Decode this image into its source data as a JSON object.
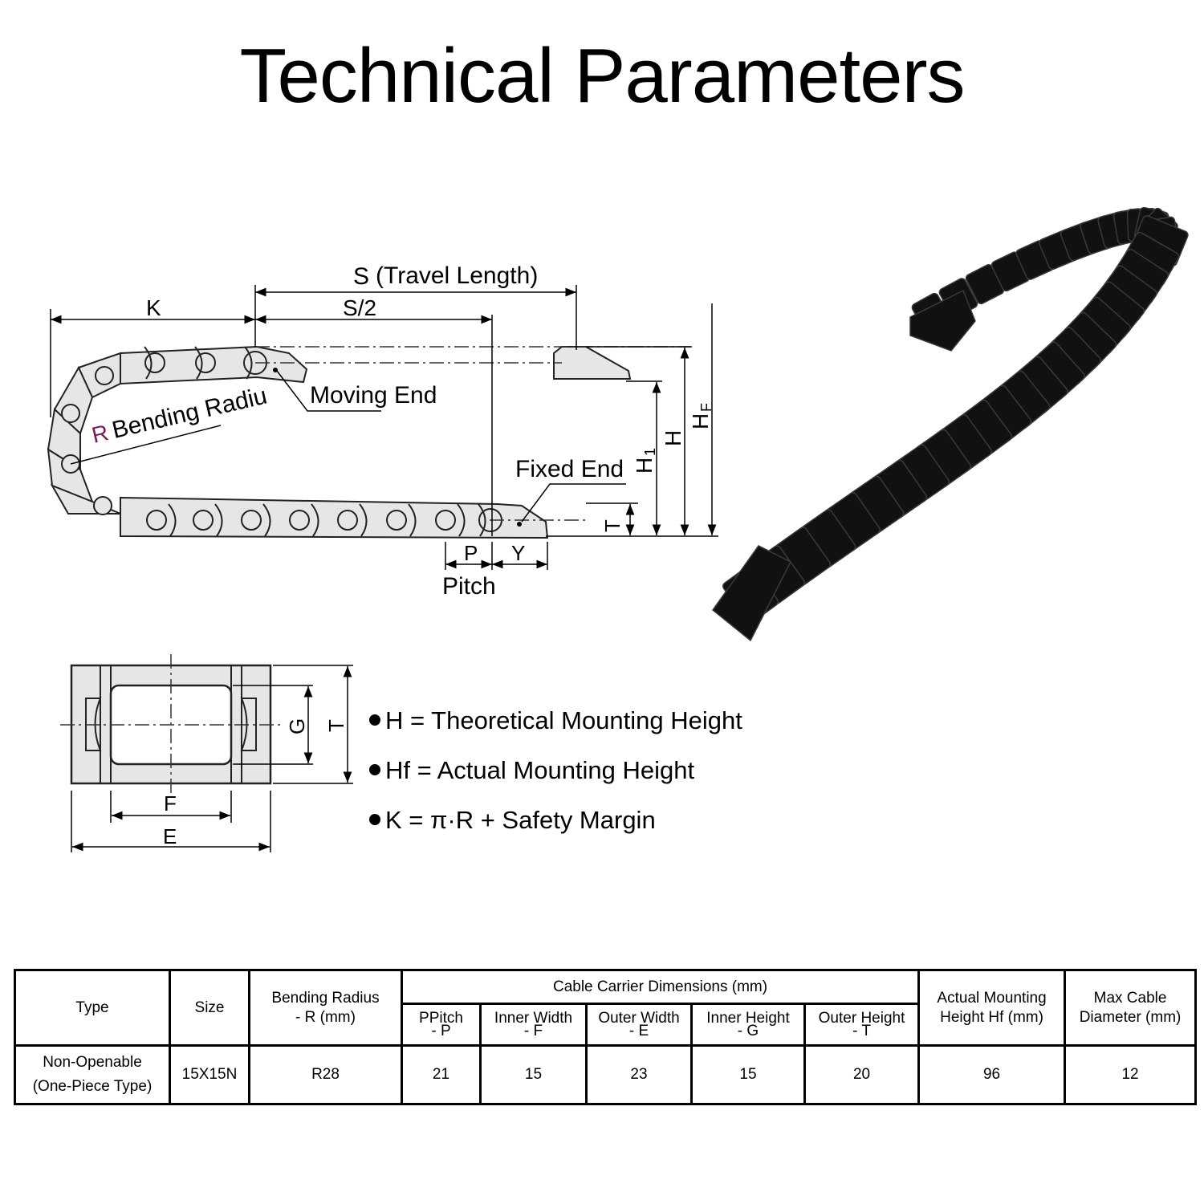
{
  "title": "Technical Parameters",
  "diagram": {
    "labels": {
      "travel_length_s": "S",
      "travel_length_text": "(Travel Length)",
      "k": "K",
      "half_s": "S/2",
      "moving_end": "Moving End",
      "bending_radius_r": "R",
      "bending_radius_text": "Bending Radiu",
      "fixed_end": "Fixed End",
      "h1_main": "H",
      "h1_sub": "1",
      "h": "H",
      "hf_main": "H",
      "hf_sub": "F",
      "t": "T",
      "p": "P",
      "y": "Y",
      "pitch": "Pitch",
      "g": "G",
      "cs_t": "T",
      "f": "F",
      "e": "E"
    },
    "colors": {
      "link_fill": "#e6e6e6",
      "chain_black": "#111111",
      "r_accent": "#7a1b5e"
    }
  },
  "bullets": [
    "H = Theoretical Mounting Height",
    "Hf = Actual Mounting Height",
    "K = π·R + Safety Margin"
  ],
  "table": {
    "headers": {
      "type": "Type",
      "size": "Size",
      "bending_radius": [
        "Bending Radius",
        "- R (mm)"
      ],
      "group": "Cable Carrier Dimensions (mm)",
      "pitch": [
        "PPitch",
        "- P"
      ],
      "inner_width": [
        "Inner Width",
        "- F"
      ],
      "outer_width": [
        "Outer Width",
        "- E"
      ],
      "inner_height": [
        "Inner Height",
        "- G"
      ],
      "outer_height": [
        "Outer Height",
        "- T"
      ],
      "mounting_height": [
        "Actual Mounting",
        "Height Hf (mm)"
      ],
      "max_cable": [
        "Max Cable",
        "Diameter (mm)"
      ]
    },
    "row": {
      "type": [
        "Non-Openable",
        "(One-Piece Type)"
      ],
      "size": "15X15N",
      "bending_radius": "R28",
      "pitch": "21",
      "inner_width": "15",
      "outer_width": "23",
      "inner_height": "15",
      "outer_height": "20",
      "mounting_height": "96",
      "max_cable": "12"
    }
  }
}
